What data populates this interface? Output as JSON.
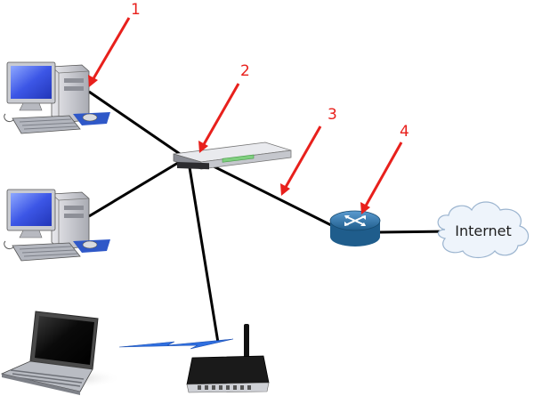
{
  "diagram": {
    "callouts": [
      {
        "label": "1",
        "target": "desktop-computer-top"
      },
      {
        "label": "2",
        "target": "network-switch"
      },
      {
        "label": "3",
        "target": "ethernet-cable-switch-router"
      },
      {
        "label": "4",
        "target": "router"
      }
    ],
    "internet_label": "Internet",
    "colors": {
      "callout": "#e8201c",
      "cable": "#000000",
      "router": "#2f6f9e",
      "cloud": "#eef4fb",
      "wireless_bolt": "#2f6fe0"
    },
    "icons": [
      "desktop-computer-icon",
      "network-switch-icon",
      "router-icon",
      "internet-cloud-icon",
      "laptop-icon",
      "wireless-router-icon",
      "wireless-signal-icon"
    ]
  }
}
